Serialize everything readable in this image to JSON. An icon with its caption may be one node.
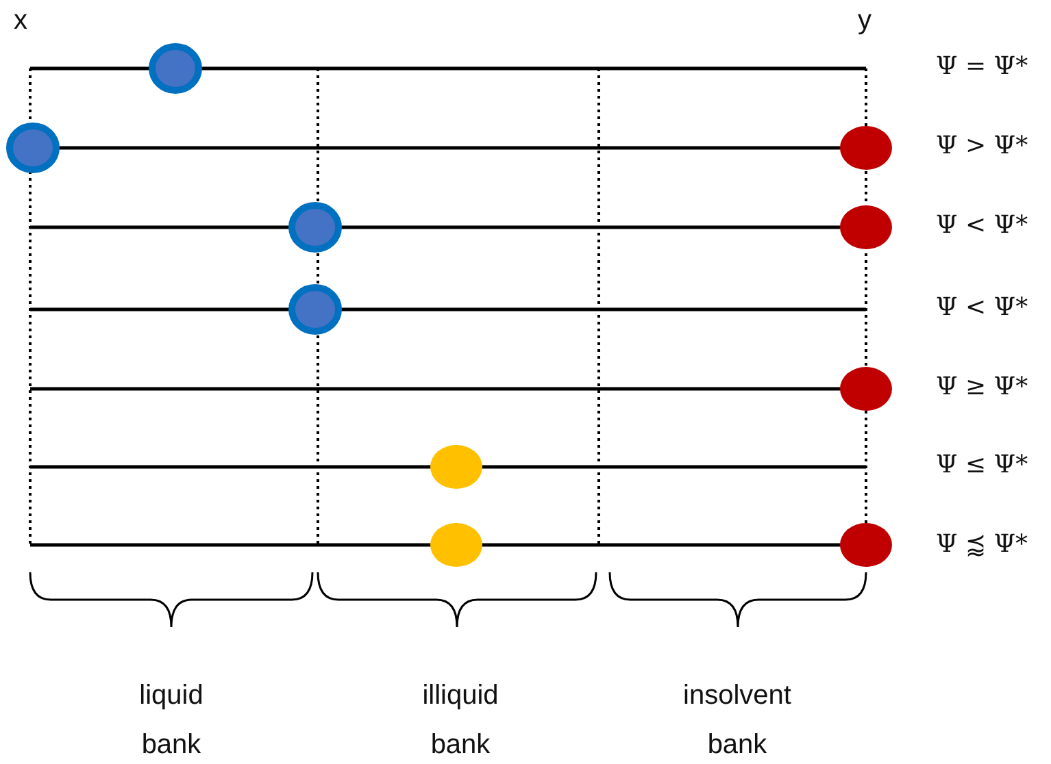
{
  "diagram": {
    "labels": [
      "x",
      "y",
      "Ψ = Ψ*",
      "Ψ > Ψ*",
      "Ψ < Ψ*",
      "Ψ < Ψ*",
      "Ψ ≥ Ψ*",
      "Ψ ≤ Ψ*",
      "Ψ ⪷ Ψ*",
      "liquid bank",
      "illiquid bank",
      "insolvent bank"
    ]
  }
}
